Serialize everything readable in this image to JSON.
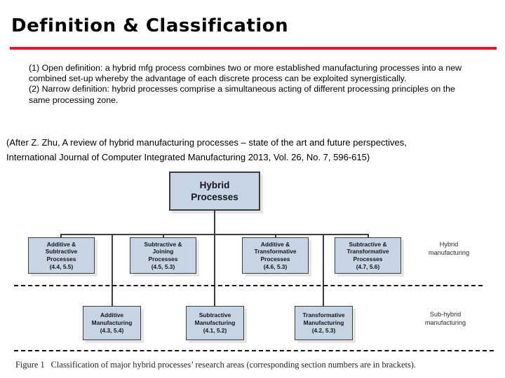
{
  "slide": {
    "title": "Definition & Classification",
    "accent_color": "#e8142a"
  },
  "definitions": [
    "(1) Open definition: a hybrid mfg process combines two or more established manufacturing processes into a new combined set-up whereby the advantage of each discrete process can be exploited synergistically.",
    "(2) Narrow definition: hybrid processes comprise a simultaneous acting of different processing principles on the same processing zone."
  ],
  "citation": [
    "(After Z. Zhu, A review of hybrid manufacturing processes – state of the art and future perspectives,",
    "International Journal of Computer Integrated Manufacturing 2013, Vol. 26, No. 7, 596-615)"
  ],
  "diagram": {
    "box_fill": "#c6d4e4",
    "box_border": "#3d3d3d",
    "root": {
      "line1": "Hybrid",
      "line2": "Processes"
    },
    "tier2": [
      {
        "line1": "Additive &",
        "line2": "Subtractive",
        "line3": "Processes",
        "line4": "(4.4, 5.5)"
      },
      {
        "line1": "Subtractive &",
        "line2": "Joining",
        "line3": "Processes",
        "line4": "(4.5, 5.3)"
      },
      {
        "line1": "Additive &",
        "line2": "Transformative",
        "line3": "Processes",
        "line4": "(4.6, 5.3)"
      },
      {
        "line1": "Subtractive &",
        "line2": "Transformative",
        "line3": "Processes",
        "line4": "(4.7, 5.6)"
      }
    ],
    "tier3": [
      {
        "line1": "Additive",
        "line2": "Manufacturing",
        "line3": "(4.3, 5.4)"
      },
      {
        "line1": "Subtractive",
        "line2": "Manufacturing",
        "line3": "(4.1, 5.2)"
      },
      {
        "line1": "Transformative",
        "line2": "Manufacturing",
        "line3": "(4.2, 5.3)"
      }
    ],
    "side_labels": {
      "hybrid": {
        "line1": "Hybrid",
        "line2": "manufacturing"
      },
      "sub_hybrid": {
        "line1": "Sub-hybrid",
        "line2": "manufacturing"
      }
    },
    "caption": {
      "label": "Figure 1",
      "text": "Classification of major hybrid processes’ research areas (corresponding section numbers are in brackets)."
    }
  }
}
